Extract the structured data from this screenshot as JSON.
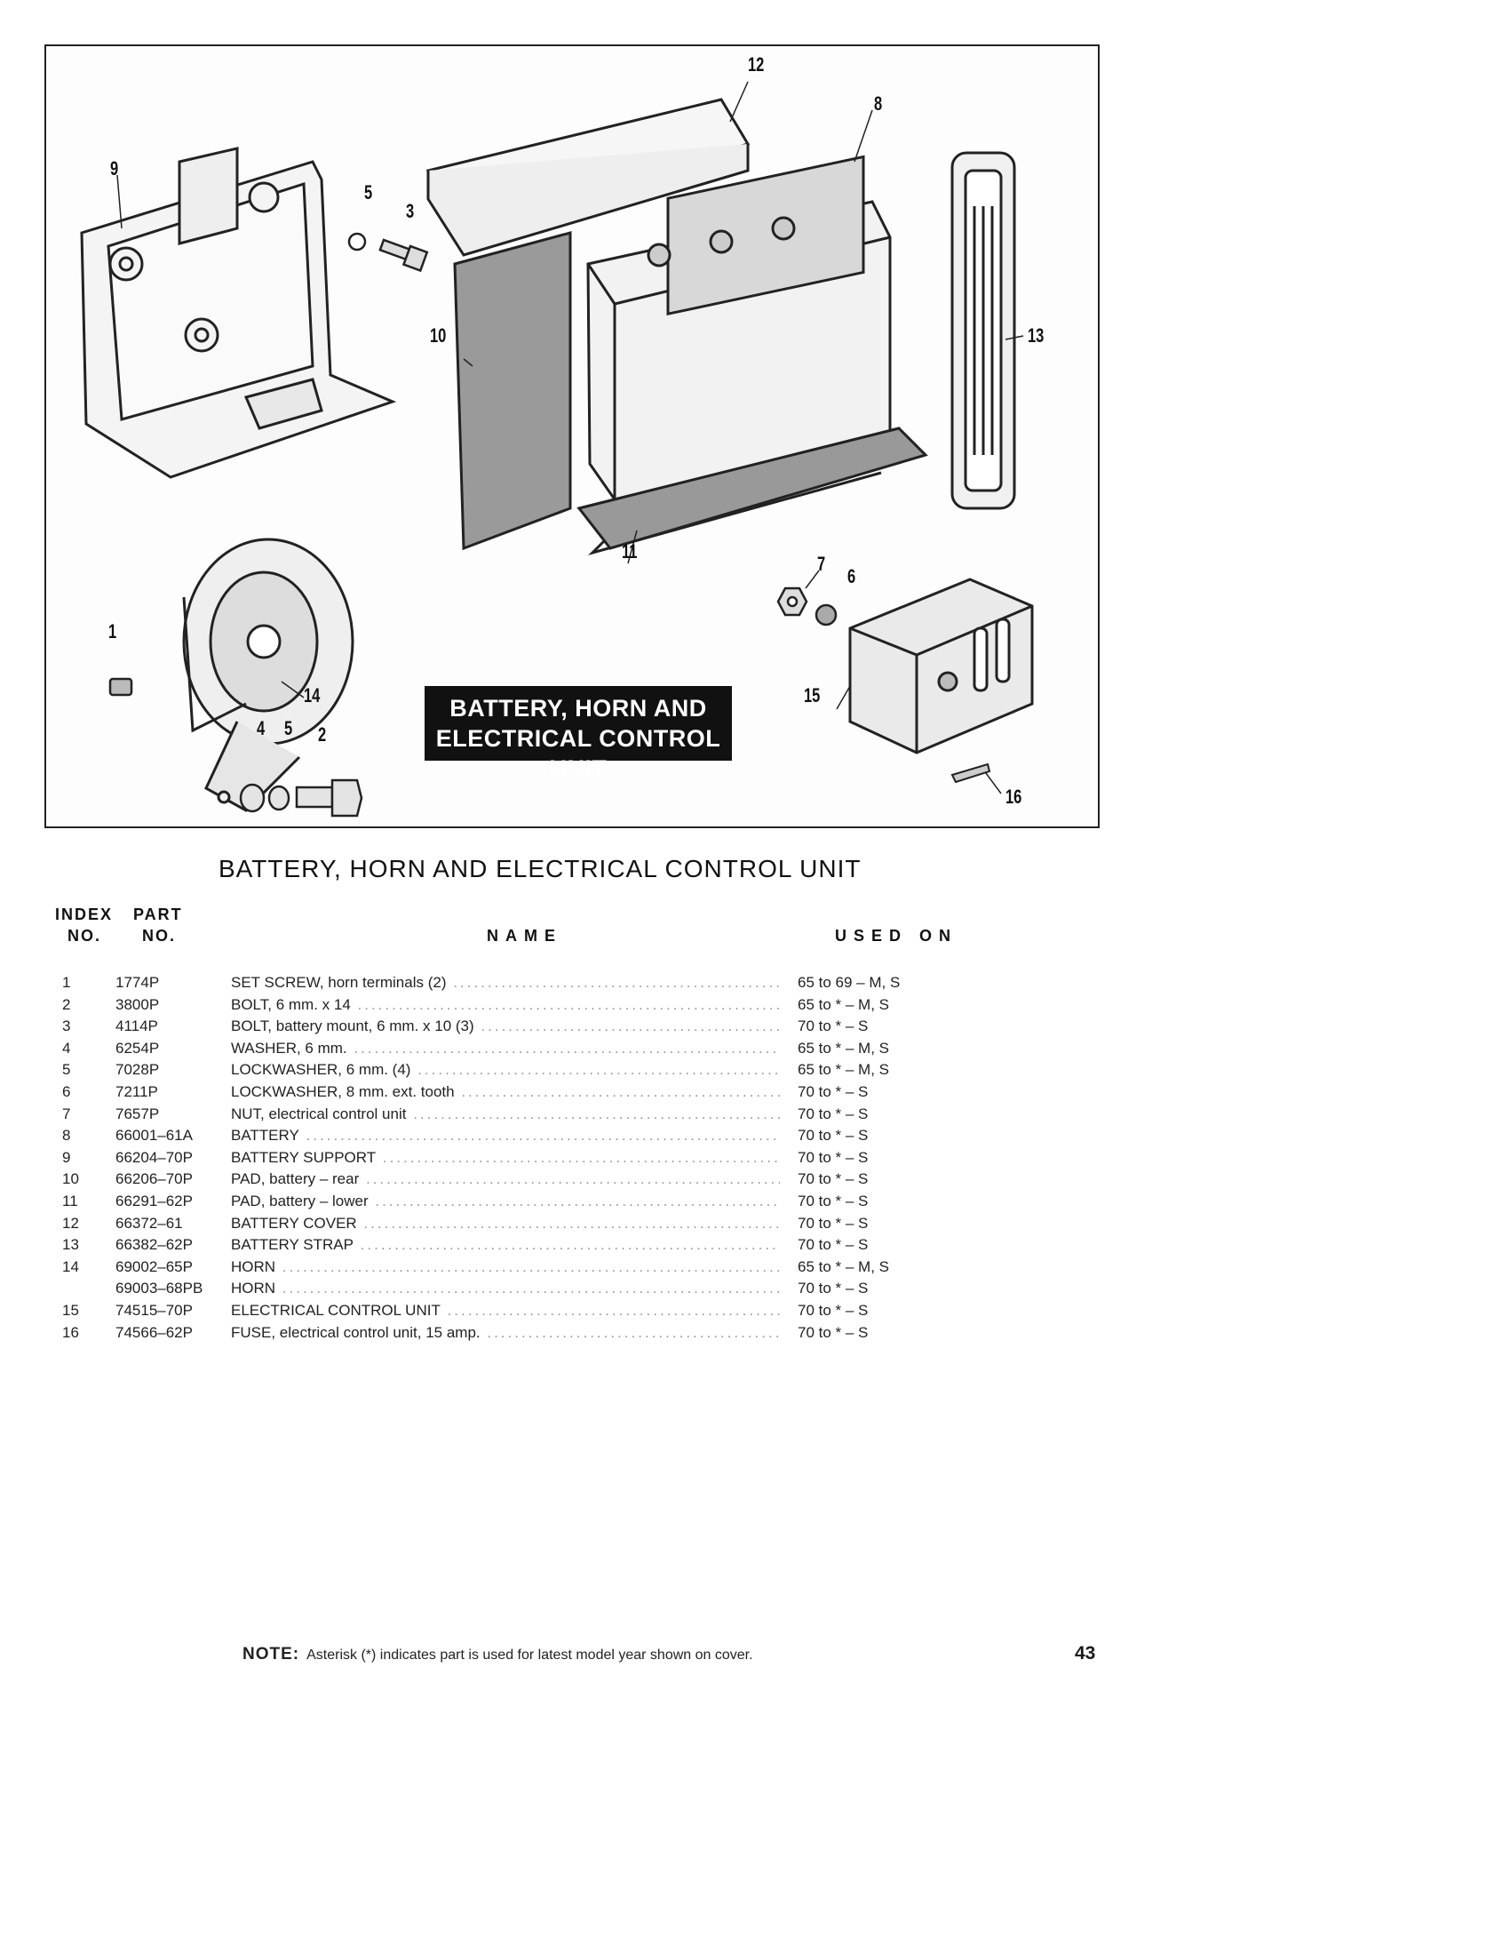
{
  "figure": {
    "caption_line1": "BATTERY, HORN AND",
    "caption_line2": "ELECTRICAL CONTROL UNIT",
    "callouts": [
      "12",
      "8",
      "9",
      "5",
      "3",
      "10",
      "13",
      "11",
      "1",
      "14",
      "4",
      "5",
      "2",
      "7",
      "6",
      "15",
      "16"
    ]
  },
  "title": "BATTERY, HORN AND ELECTRICAL CONTROL UNIT",
  "columns": {
    "index_line1": "INDEX",
    "index_line2": "NO.",
    "part_line1": "PART",
    "part_line2": "NO.",
    "name": "NAME",
    "used_on": "USED ON"
  },
  "rows": [
    {
      "index": "1",
      "part": "1774P",
      "name": "SET SCREW, horn terminals (2)",
      "used": "65 to 69 – M, S"
    },
    {
      "index": "2",
      "part": "3800P",
      "name": "BOLT, 6 mm. x 14",
      "used": "65 to * – M, S"
    },
    {
      "index": "3",
      "part": "4114P",
      "name": "BOLT, battery mount, 6 mm. x 10 (3)",
      "used": "70 to * – S"
    },
    {
      "index": "4",
      "part": "6254P",
      "name": "WASHER, 6 mm.",
      "used": "65 to * – M, S"
    },
    {
      "index": "5",
      "part": "7028P",
      "name": "LOCKWASHER, 6 mm. (4)",
      "used": "65 to * – M, S"
    },
    {
      "index": "6",
      "part": "7211P",
      "name": "LOCKWASHER, 8 mm. ext. tooth",
      "used": "70 to * – S"
    },
    {
      "index": "7",
      "part": "7657P",
      "name": "NUT, electrical control unit",
      "used": "70 to * – S"
    },
    {
      "index": "8",
      "part": "66001–61A",
      "name": "BATTERY",
      "used": "70 to * – S"
    },
    {
      "index": "9",
      "part": "66204–70P",
      "name": "BATTERY SUPPORT",
      "used": "70 to * – S"
    },
    {
      "index": "10",
      "part": "66206–70P",
      "name": "PAD, battery – rear",
      "used": "70 to * – S"
    },
    {
      "index": "11",
      "part": "66291–62P",
      "name": "PAD, battery – lower",
      "used": "70 to * – S"
    },
    {
      "index": "12",
      "part": "66372–61",
      "name": "BATTERY COVER",
      "used": "70 to * – S"
    },
    {
      "index": "13",
      "part": "66382–62P",
      "name": "BATTERY STRAP",
      "used": "70 to * – S"
    },
    {
      "index": "14",
      "part": "69002–65P",
      "name": "HORN",
      "used": "65 to * – M, S"
    },
    {
      "index": "",
      "part": "69003–68PB",
      "name": "HORN",
      "used": "70 to * – S"
    },
    {
      "index": "15",
      "part": "74515–70P",
      "name": "ELECTRICAL CONTROL UNIT",
      "used": "70 to * – S"
    },
    {
      "index": "16",
      "part": "74566–62P",
      "name": "FUSE, electrical control unit, 15 amp.",
      "used": "70 to * – S"
    }
  ],
  "note_label": "NOTE:",
  "note_text": "Asterisk (*) indicates part is used for latest model year shown on cover.",
  "page_number": "43"
}
